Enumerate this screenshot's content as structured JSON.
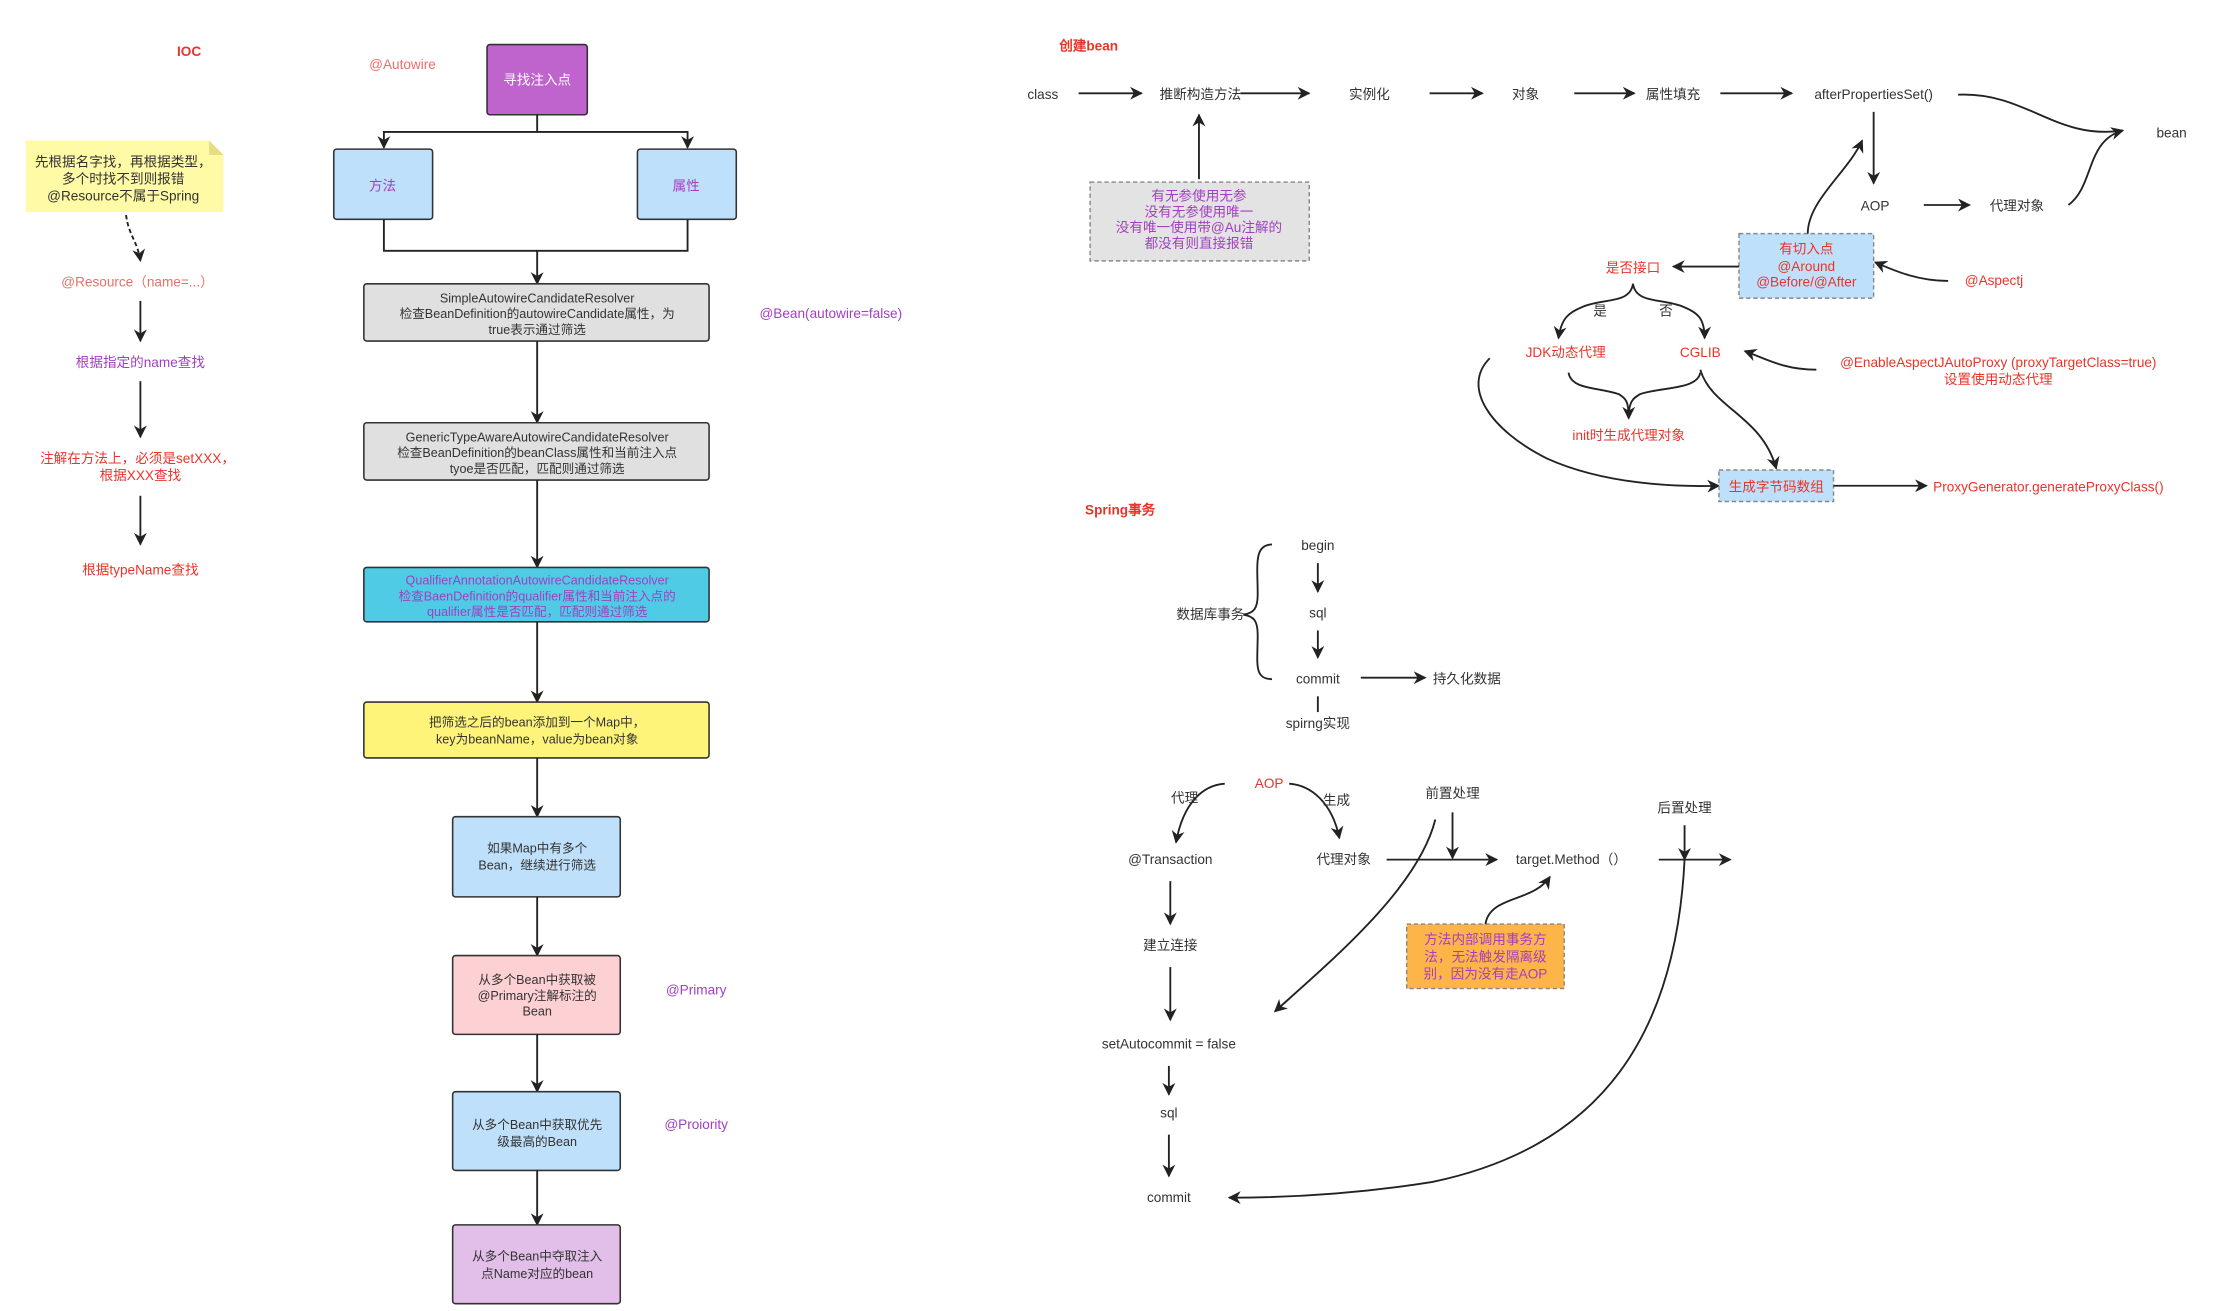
{
  "colors": {
    "find_box": "#bf64cc",
    "blue_box": "#bfe0fa",
    "gray_box": "#e0e0e0",
    "cyan_box": "#4fcbe5",
    "yellow_box": "#fff47a",
    "pink_box": "#fdd0d4",
    "lilac_box": "#e2bfe8",
    "note_box": "#fffaa6",
    "gray_note": "#e3e3e3",
    "orange_note": "#fdb54a",
    "red_text": "#e8352a",
    "purple_text": "#a23fc2"
  },
  "ioc": {
    "title": "IOC",
    "note": [
      "先根据名字找，再根据类型，",
      "多个时找不到则报错",
      "@Resource不属于Spring"
    ],
    "resource": "@Resource（name=...）",
    "by_name": "根据指定的name查找",
    "setter": [
      "注解在方法上，必须是setXXX，",
      "根据XXX查找"
    ],
    "by_type": "根据typeName查找"
  },
  "autowire": {
    "label": "@Autowire",
    "find": "寻找注入点",
    "method": "方法",
    "field": "属性",
    "simple": [
      "SimpleAutowireCandidateResolver",
      "检查BeanDefinition的autowireCandidate属性，为",
      "true表示通过筛选"
    ],
    "bean_autowire": "@Bean(autowire=false)",
    "generic": [
      "GenericTypeAwareAutowireCandidateResolver",
      "检查BeanDefinition的beanClass属性和当前注入点",
      "tyoe是否匹配，匹配则通过筛选"
    ],
    "qualifier": [
      "QualifierAnnotationAutowireCandidateResolver",
      "检查BaenDefinition的qualifier属性和当前注入点的",
      "qualifier属性是否匹配，匹配则通过筛选"
    ],
    "map": [
      "把筛选之后的bean添加到一个Map中，",
      "key为beanName，value为bean对象"
    ],
    "multiple": [
      "如果Map中有多个",
      "Bean，继续进行筛选"
    ],
    "primary_box": [
      "从多个Bean中获取被",
      "@Primary注解标注的",
      "Bean"
    ],
    "primary": "@Primary",
    "priority_box": [
      "从多个Bean中获取优先",
      "级最高的Bean"
    ],
    "priority": "@Proiority",
    "name_box": [
      "从多个Bean中夺取注入",
      "点Name对应的bean"
    ]
  },
  "create_bean": {
    "title": "创建bean",
    "class": "class",
    "infer_constructor": "推断构造方法",
    "instantiate": "实例化",
    "object": "对象",
    "populate": "属性填充",
    "after_properties_set": "afterPropertiesSet()",
    "bean": "bean",
    "aop": "AOP",
    "proxy_object": "代理对象",
    "constructor_note": [
      "有无参使用无参",
      "没有无参使用唯一",
      "没有唯一使用带@Au注解的",
      "都没有则直接报错"
    ],
    "pointcut_note": [
      "有切入点",
      "@Around",
      "@Before/@After"
    ],
    "aspectj": "@Aspectj",
    "is_interface": "是否接口",
    "yes": "是",
    "no": "否",
    "jdk_proxy": "JDK动态代理",
    "cglib": "CGLIB",
    "enable_aspectj": "@EnableAspectJAutoProxy (proxyTargetClass=true)",
    "use_dynamic_proxy": "设置使用动态代理",
    "init_proxy": "init时生成代理对象",
    "bytecode": "生成字节码数组",
    "proxy_generator": "ProxyGenerator.generateProxyClass()"
  },
  "transaction": {
    "title": "Spring事务",
    "db_transaction": "数据库事务",
    "begin": "begin",
    "sql": "sql",
    "commit": "commit",
    "persist": "持久化数据",
    "spring_impl": "spirng实现",
    "aop": "AOP",
    "proxy": "代理",
    "generate": "生成",
    "transaction_annotation": "@Transaction",
    "connect": "建立连接",
    "autocommit": "setAutocommit = false",
    "sql2": "sql",
    "commit2": "commit",
    "proxy_object": "代理对象",
    "target_method": "target.Method（）",
    "pre_process": "前置处理",
    "post_process": "后置处理",
    "inner_call_note": [
      "方法内部调用事务方",
      "法，无法触发隔离级",
      "别，因为没有走AOP"
    ]
  }
}
